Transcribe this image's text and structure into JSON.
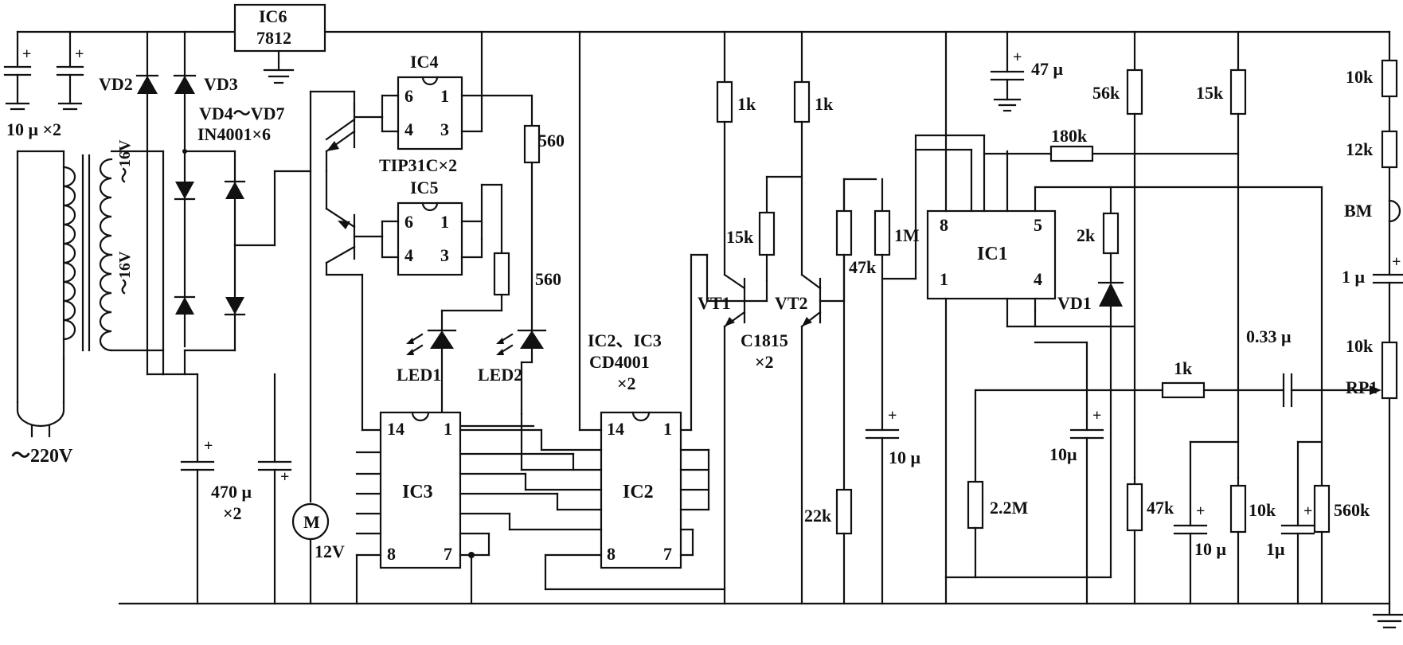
{
  "labels": {
    "ic6_name": "IC6",
    "ic6_part": "7812",
    "c_10u_x2": "10 μ ×2",
    "vd2": "VD2",
    "vd3": "VD3",
    "vd4_vd7": "VD4～VD7",
    "in4001": "IN4001×6",
    "v16a": "～16V",
    "v16b": "～16V",
    "mains": "～220V",
    "ic4": "IC4",
    "ic5": "IC5",
    "tip31c": "TIP31C×2",
    "r560a": "560",
    "r560b": "560",
    "led1": "LED1",
    "led2": "LED2",
    "c470": "470 μ",
    "c470x2": "×2",
    "motor": "M",
    "v12": "12V",
    "ic3": "IC3",
    "ic2": "IC2",
    "ic2ic3": "IC2、IC3",
    "cd4001": "CD4001",
    "x2a": "×2",
    "r1k_a": "1k",
    "r1k_b": "1k",
    "r15k": "15k",
    "vt1": "VT1",
    "vt2": "VT2",
    "c1815": "C1815",
    "x2b": "×2",
    "r47k_a": "47k",
    "r1m": "1M",
    "c10u_a": "10 μ",
    "r22k": "22k",
    "c47u": "47 μ",
    "r56k": "56k",
    "r15k_b": "15k",
    "r180k": "180k",
    "ic1": "IC1",
    "r2k": "2k",
    "vd1": "VD1",
    "c10u_b": "10μ",
    "r22m": "2.2M",
    "r1k_c": "1k",
    "c033": "0.33 μ",
    "r47k_b": "47k",
    "c10u_c": "10 μ",
    "r10k_a": "10k",
    "c1u_a": "1μ",
    "r560k": "560k",
    "r10k_b": "10k",
    "r12k": "12k",
    "bm": "BM",
    "c1u_b": "1 μ",
    "r10k_c": "10k",
    "rp1": "RP1",
    "plus": "+"
  },
  "pins": {
    "p6": "6",
    "p1": "1",
    "p4": "4",
    "p3": "3",
    "p14": "14",
    "p8": "8",
    "p7": "7",
    "p5": "5"
  }
}
